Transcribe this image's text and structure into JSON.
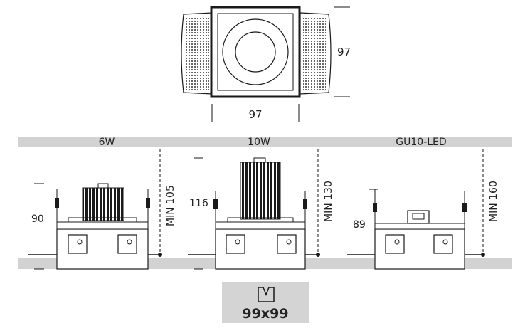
{
  "top_view": {
    "width_label": "97",
    "height_label": "97"
  },
  "variants": [
    {
      "wattage": "6W",
      "height": "90",
      "min_depth": "MIN 105"
    },
    {
      "wattage": "10W",
      "height": "116",
      "min_depth": "MIN 130"
    },
    {
      "wattage": "GU10-LED",
      "height": "89",
      "min_depth": "MIN 160"
    }
  ],
  "cutout": {
    "icon": "cutout-icon",
    "size": "99x99"
  },
  "colors": {
    "band": "#d2d2d2",
    "line": "#1a1a1a",
    "cutout_bg": "#d4d4d4"
  }
}
